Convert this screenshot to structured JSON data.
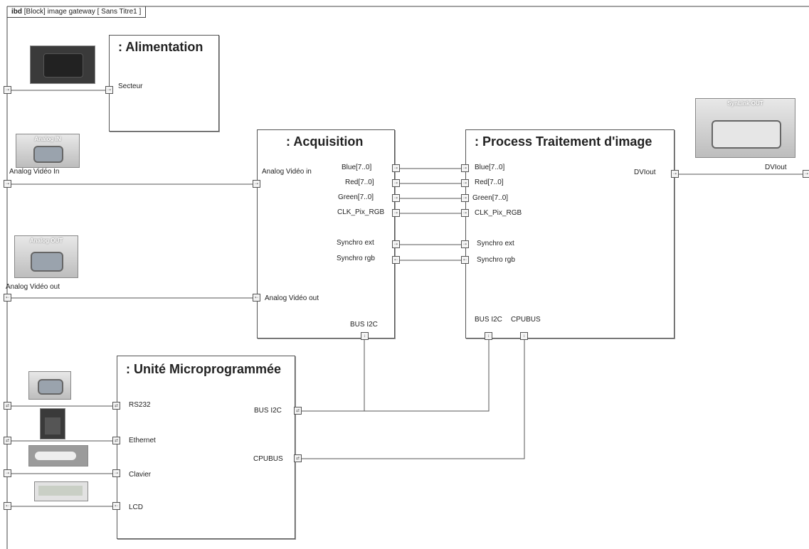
{
  "frame": {
    "label_bold": "ibd",
    "label_rest": "[Block] image gateway [ Sans Titre1 ]"
  },
  "blocks": {
    "alimentation": {
      "title": ": Alimentation",
      "port_secteur": "Secteur"
    },
    "acquisition": {
      "title": ": Acquisition",
      "in_video": "Analog Vidéo in",
      "out_video": "Analog Vidéo out",
      "bus_i2c": "BUS I2C",
      "ports": [
        "Blue[7..0]",
        "Red[7..0]",
        "Green[7..0]",
        "CLK_Pix_RGB",
        "Synchro ext",
        "Synchro rgb"
      ]
    },
    "process": {
      "title": ": Process Traitement d'image",
      "dvi": "DVIout",
      "bus_i2c": "BUS I2C",
      "cpubus": "CPUBUS",
      "ports": [
        "Blue[7..0]",
        "Red[7..0]",
        "Green[7..0]",
        "CLK_Pix_RGB",
        "Synchro ext",
        "Synchro rgb"
      ]
    },
    "unite": {
      "title": ": Unité Microprogrammée",
      "ports": [
        "RS232",
        "Ethernet",
        "Clavier",
        "LCD"
      ],
      "bus_i2c": "BUS I2C",
      "cpubus": "CPUBUS"
    }
  },
  "external": {
    "analog_in": "Analog Vidéo In",
    "analog_out": "Analog Vidéo out",
    "dvi_out": "DVIout"
  },
  "photos": {
    "analog_in_caption": "Analog IN",
    "analog_out_caption": "Analog OUT",
    "dvi_caption": "SynLink OUT"
  }
}
